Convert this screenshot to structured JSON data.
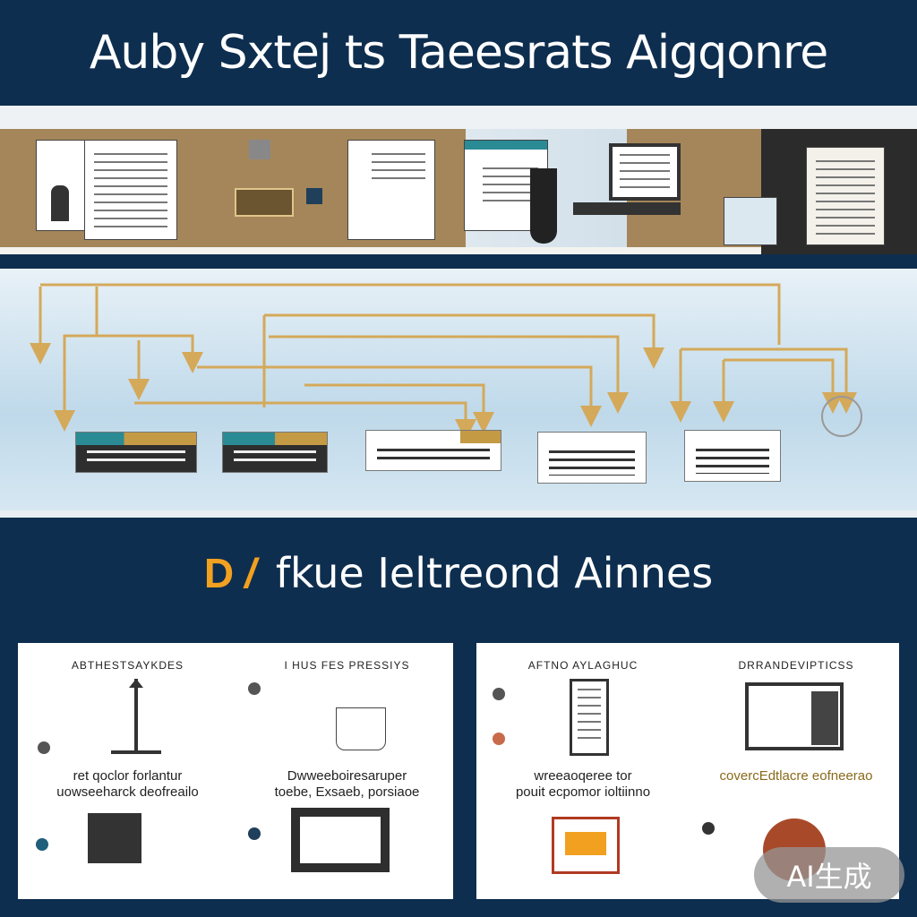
{
  "header": {
    "title": "Auby Sxtej ts Taeesrats Aigqonre"
  },
  "subtitle": {
    "prefix": "D",
    "slash": "/",
    "text": "fkue  Ieltreond Ainnes"
  },
  "panels": [
    {
      "columns": [
        {
          "heading": "ABTHESTSAYKDES",
          "desc_line1": "ret qoclor forlantur",
          "desc_line2": "uowseeharck deofreailo"
        },
        {
          "heading": "I HUS  FES PRESSIYS",
          "desc_line1": "Dwweeboiresaruper",
          "desc_line2": "toebe,  Exsaeb,  porsiaoe"
        }
      ]
    },
    {
      "columns": [
        {
          "heading": "AFTNO AYLAGHUC",
          "desc_line1": "wreeaoqeree tor",
          "desc_line2": "pouit ecpomor ioltiinno"
        },
        {
          "heading": "DRRANDEVIPTICSS",
          "desc_line1": "",
          "desc_line2": "covercEdtlacre eofneerao"
        }
      ]
    }
  ],
  "watermark": {
    "text": "AI生成"
  },
  "colors": {
    "navy": "#0e2e4f",
    "accent": "#f2a020",
    "connector": "#d4a95a"
  }
}
